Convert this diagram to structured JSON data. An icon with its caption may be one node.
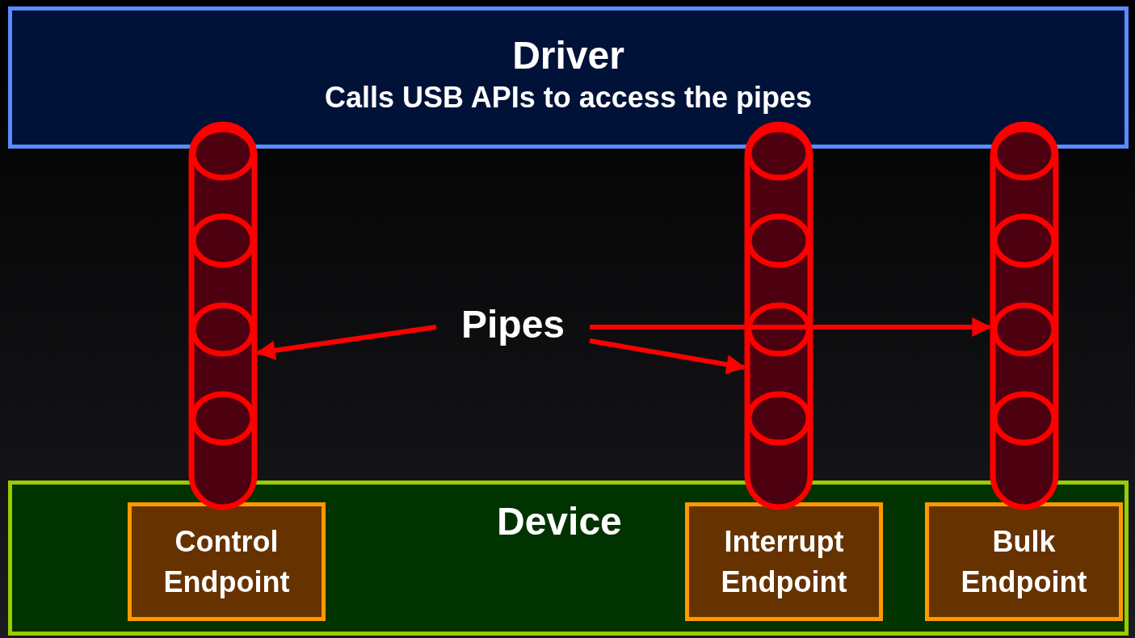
{
  "diagram": {
    "nodes": [
      {
        "text": [
          "Driver",
          "Calls USB APIs to access the pipes"
        ]
      },
      {
        "text": [
          "Device"
        ]
      },
      {
        "text": [
          "Control Endpoint"
        ],
        "in": 1
      },
      {
        "text": [
          "Interrupt Endpoint"
        ],
        "in": 1
      },
      {
        "text": [
          "Bulk Endpoint"
        ],
        "in": 1
      },
      {
        "text": [],
        "shape": "cylinder"
      },
      {
        "text": [],
        "shape": "cylinder"
      },
      {
        "text": [],
        "shape": "cylinder"
      },
      {
        "text": [
          "Pipes"
        ]
      }
    ],
    "edges": [
      {
        "from": 8,
        "to": 5,
        "arrow": "to"
      },
      {
        "from": 8,
        "to": 6,
        "arrow": "to"
      },
      {
        "from": 8,
        "to": 7,
        "arrow": "to"
      }
    ]
  }
}
